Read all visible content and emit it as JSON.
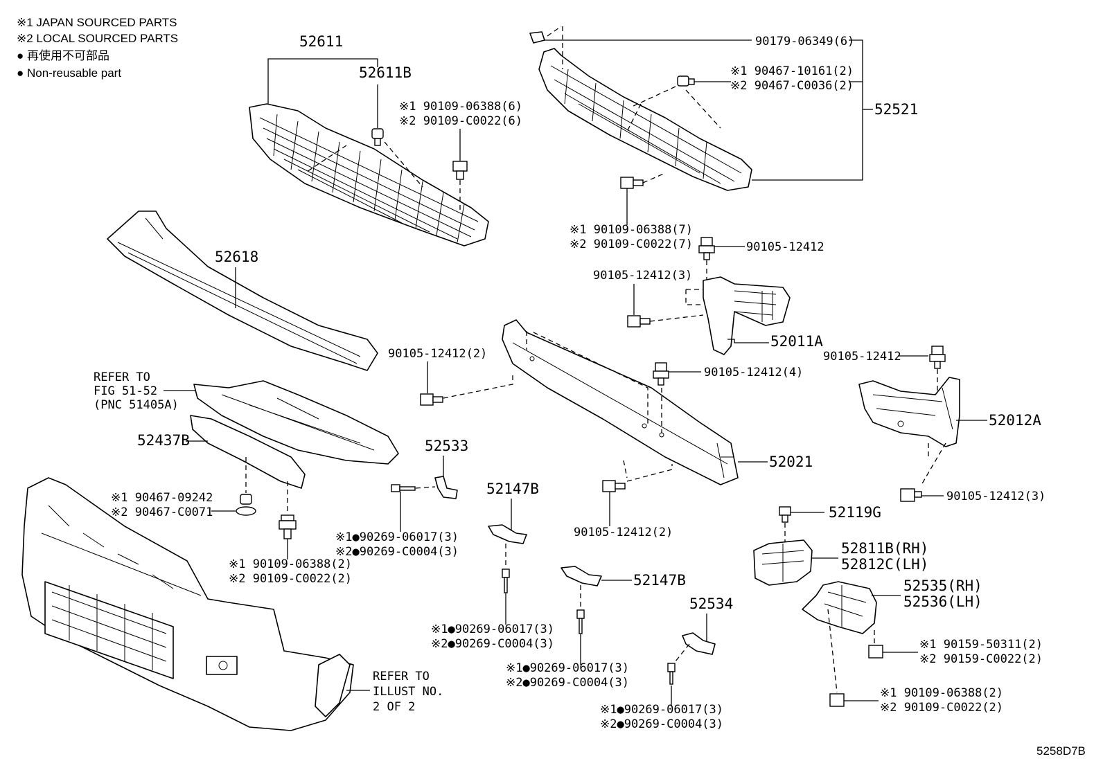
{
  "legend": {
    "line1": "※1 JAPAN SOURCED PARTS",
    "line2": "※2 LOCAL SOURCED PARTS",
    "line3": "● 再使用不可部品",
    "line4": "● Non-reusable part"
  },
  "labels": {
    "p52611": "52611",
    "p52611b": "52611B",
    "p52618": "52618",
    "p52437b": "52437B",
    "refer_fig_1": "REFER TO",
    "refer_fig_2": "FIG 51-52",
    "refer_fig_3": "(PNC 51405A)",
    "a90109_1": "※1 90109-06388(6)",
    "a90109_2": "※2 90109-C0022(6)",
    "p90179": "90179-06349(6)",
    "a90467_1": "※1 90467-10161(2)",
    "a90467_2": "※2 90467-C0036(2)",
    "p52521": "52521",
    "b90109_1": "※1 90109-06388(7)",
    "b90109_2": "※2 90109-C0022(7)",
    "p90105_top": "90105-12412",
    "p90105_3a": "90105-12412(3)",
    "p52011a": "52011A",
    "p90105_2a": "90105-12412(2)",
    "p90105_4": "90105-12412(4)",
    "p90105_right": "90105-12412",
    "p52012a": "52012A",
    "p52021": "52021",
    "p90105_2b": "90105-12412(2)",
    "p90105_3b": "90105-12412(3)",
    "p52533": "52533",
    "c90269_1": "※1●90269-06017(3)",
    "c90269_2": "※2●90269-C0004(3)",
    "p52147b_1": "52147B",
    "d90269_1": "※1●90269-06017(3)",
    "d90269_2": "※2●90269-C0004(3)",
    "p52147b_2": "52147B",
    "e90269_1": "※1●90269-06017(3)",
    "e90269_2": "※2●90269-C0004(3)",
    "p52534": "52534",
    "f90269_1": "※1●90269-06017(3)",
    "f90269_2": "※2●90269-C0004(3)",
    "g90467_1": "※1 90467-09242",
    "g90467_2": "※2 90467-C0071",
    "h90109_1": "※1 90109-06388(2)",
    "h90109_2": "※2 90109-C0022(2)",
    "p52119g": "52119G",
    "p52811b": "52811B(RH)",
    "p52812c": "52812C(LH)",
    "p52535": "52535(RH)",
    "p52536": "52536(LH)",
    "i90159_1": "※1 90159-50311(2)",
    "i90159_2": "※2 90159-C0022(2)",
    "j90109_1": "※1 90109-06388(2)",
    "j90109_2": "※2 90109-C0022(2)",
    "refer_illust_1": "REFER TO",
    "refer_illust_2": "ILLUST NO.",
    "refer_illust_3": "2 OF 2",
    "figure_code": "5258D7B"
  }
}
